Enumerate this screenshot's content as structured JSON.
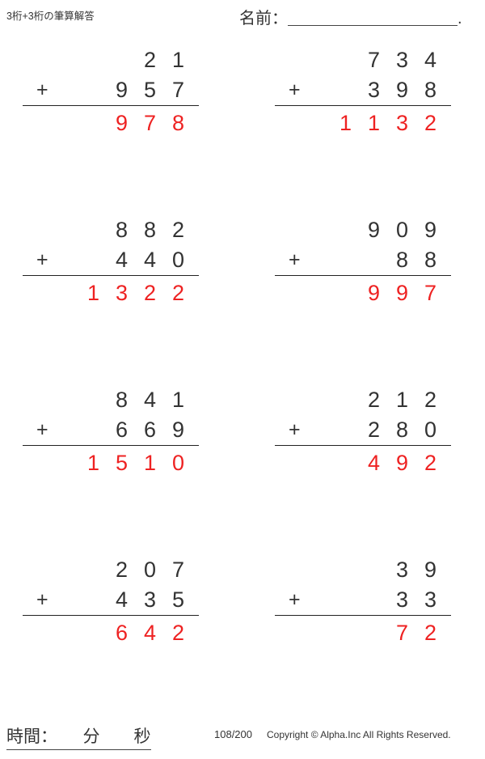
{
  "header": {
    "title": "3桁+3桁の筆算解答",
    "name_label": "名前：",
    "name_value": "",
    "name_trailing_dot": "."
  },
  "operator": "+",
  "answer_color": "#ee2222",
  "digit_color": "#333333",
  "problems": [
    {
      "index": 1,
      "addend1": "21",
      "addend2": "957",
      "answer": "978",
      "addend1_digits": [
        "",
        "2",
        "1"
      ],
      "addend2_digits": [
        "9",
        "5",
        "7"
      ],
      "answer_digits": [
        "",
        "9",
        "7",
        "8"
      ]
    },
    {
      "index": 2,
      "addend1": "734",
      "addend2": "398",
      "answer": "1132",
      "addend1_digits": [
        "7",
        "3",
        "4"
      ],
      "addend2_digits": [
        "3",
        "9",
        "8"
      ],
      "answer_digits": [
        "1",
        "1",
        "3",
        "2"
      ]
    },
    {
      "index": 3,
      "addend1": "882",
      "addend2": "440",
      "answer": "1322",
      "addend1_digits": [
        "8",
        "8",
        "2"
      ],
      "addend2_digits": [
        "4",
        "4",
        "0"
      ],
      "answer_digits": [
        "1",
        "3",
        "2",
        "2"
      ]
    },
    {
      "index": 4,
      "addend1": "909",
      "addend2": "88",
      "answer": "997",
      "addend1_digits": [
        "9",
        "0",
        "9"
      ],
      "addend2_digits": [
        "",
        "8",
        "8"
      ],
      "answer_digits": [
        "",
        "9",
        "9",
        "7"
      ]
    },
    {
      "index": 5,
      "addend1": "841",
      "addend2": "669",
      "answer": "1510",
      "addend1_digits": [
        "8",
        "4",
        "1"
      ],
      "addend2_digits": [
        "6",
        "6",
        "9"
      ],
      "answer_digits": [
        "1",
        "5",
        "1",
        "0"
      ]
    },
    {
      "index": 6,
      "addend1": "212",
      "addend2": "280",
      "answer": "492",
      "addend1_digits": [
        "2",
        "1",
        "2"
      ],
      "addend2_digits": [
        "2",
        "8",
        "0"
      ],
      "answer_digits": [
        "",
        "4",
        "9",
        "2"
      ]
    },
    {
      "index": 7,
      "addend1": "207",
      "addend2": "435",
      "answer": "642",
      "addend1_digits": [
        "2",
        "0",
        "7"
      ],
      "addend2_digits": [
        "4",
        "3",
        "5"
      ],
      "answer_digits": [
        "",
        "6",
        "4",
        "2"
      ]
    },
    {
      "index": 8,
      "addend1": "39",
      "addend2": "33",
      "answer": "72",
      "addend1_digits": [
        "",
        "3",
        "9"
      ],
      "addend2_digits": [
        "",
        "3",
        "3"
      ],
      "answer_digits": [
        "",
        "",
        "7",
        "2"
      ]
    }
  ],
  "footer": {
    "time_label": "時間：　　分　　秒",
    "page_number": "108/200",
    "copyright": "Copyright © Alpha.Inc All Rights Reserved."
  }
}
